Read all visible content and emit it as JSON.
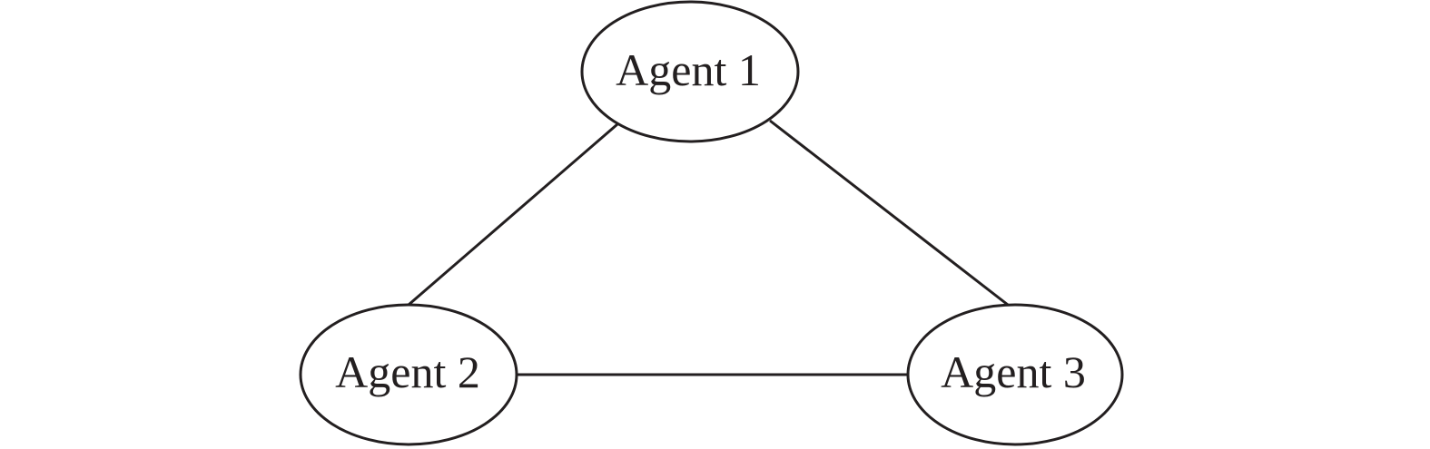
{
  "diagram": {
    "nodes": [
      {
        "id": "agent-1",
        "label": "Agent 1"
      },
      {
        "id": "agent-2",
        "label": "Agent 2"
      },
      {
        "id": "agent-3",
        "label": "Agent 3"
      }
    ],
    "edges": [
      {
        "from": "agent-1",
        "to": "agent-2"
      },
      {
        "from": "agent-1",
        "to": "agent-3"
      },
      {
        "from": "agent-2",
        "to": "agent-3"
      }
    ],
    "colors": {
      "stroke": "#231f20",
      "text": "#231f20",
      "background": "#ffffff"
    }
  }
}
